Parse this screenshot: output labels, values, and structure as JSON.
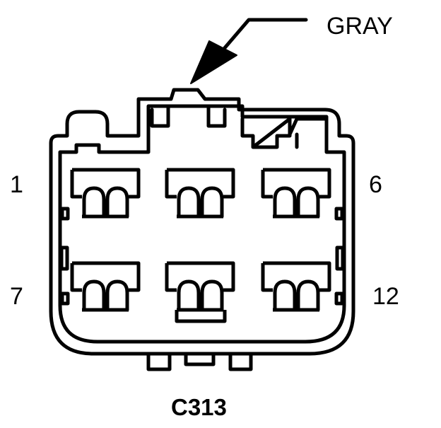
{
  "diagram": {
    "color_label": "GRAY",
    "connector_id": "C313",
    "pin_labels": {
      "top_left": "1",
      "top_right": "6",
      "bottom_left": "7",
      "bottom_right": "12"
    }
  },
  "colors": {
    "line": "#000000",
    "background": "#ffffff"
  }
}
